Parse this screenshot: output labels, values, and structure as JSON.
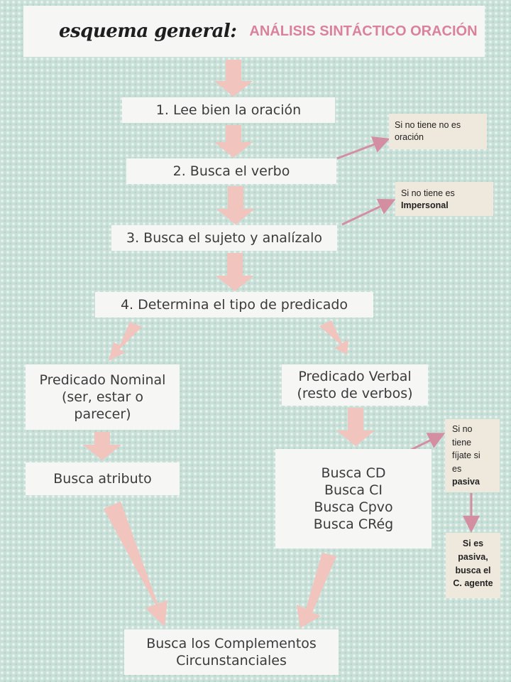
{
  "title": {
    "handwritten": "esquema general:",
    "main": "ANÁLISIS SINTÁCTICO ORACIÓN"
  },
  "steps": {
    "s1": "1. Lee bien la oración",
    "s2": "2. Busca el verbo",
    "s3": "3. Busca el sujeto y analízalo",
    "s4": "4. Determina el tipo de predicado"
  },
  "predicado_nominal": {
    "l1": "Predicado Nominal",
    "l2": "(ser, estar o",
    "l3": "parecer)"
  },
  "predicado_verbal": {
    "l1": "Predicado Verbal",
    "l2": "(resto de verbos)"
  },
  "atributo": "Busca atributo",
  "complementos": [
    "Busca CD",
    "Busca CI",
    "Busca Cpvo",
    "Busca CRég"
  ],
  "final": {
    "l1": "Busca los Complementos",
    "l2": "Circunstanciales"
  },
  "notes": {
    "n1": "Si no tiene no es oración",
    "n2_pre": "Si no tiene es",
    "n2_bold": "Impersonal",
    "n3_lines": [
      "Si no",
      "tiene",
      "fíjate si",
      "es"
    ],
    "n3_bold": "pasiva",
    "n4_lines": [
      "Si es",
      "pasiva,",
      "busca el",
      "C. agente"
    ]
  },
  "colors": {
    "background": "#c9e0d8",
    "box": "#f6f6f5",
    "note": "#efe8dc",
    "arrow": "#f2c4be",
    "pointer": "#d38fa1",
    "title_accent": "#d9829a"
  }
}
